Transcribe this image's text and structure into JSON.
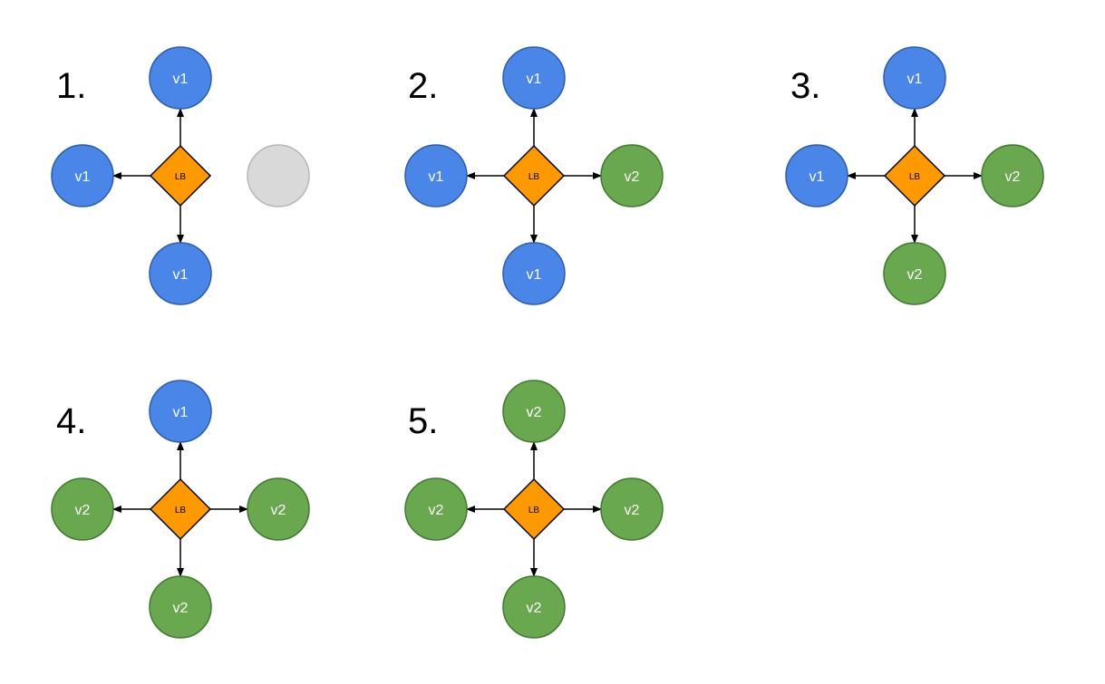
{
  "colors": {
    "v1": "#4a86e8",
    "v2": "#6aa84f",
    "empty": "#d9d9d9",
    "lb": "#ff9900",
    "edge": "#000000"
  },
  "diagrams": [
    {
      "label": "1.",
      "lb_label": "LB",
      "up": {
        "text": "v1",
        "kind": "v1"
      },
      "left": {
        "text": "v1",
        "kind": "v1"
      },
      "down": {
        "text": "v1",
        "kind": "v1"
      },
      "right": {
        "text": "",
        "kind": "empty"
      }
    },
    {
      "label": "2.",
      "lb_label": "LB",
      "up": {
        "text": "v1",
        "kind": "v1"
      },
      "left": {
        "text": "v1",
        "kind": "v1"
      },
      "down": {
        "text": "v1",
        "kind": "v1"
      },
      "right": {
        "text": "v2",
        "kind": "v2"
      }
    },
    {
      "label": "3.",
      "lb_label": "LB",
      "up": {
        "text": "v1",
        "kind": "v1"
      },
      "left": {
        "text": "v1",
        "kind": "v1"
      },
      "down": {
        "text": "v2",
        "kind": "v2"
      },
      "right": {
        "text": "v2",
        "kind": "v2"
      }
    },
    {
      "label": "4.",
      "lb_label": "LB",
      "up": {
        "text": "v1",
        "kind": "v1"
      },
      "left": {
        "text": "v2",
        "kind": "v2"
      },
      "down": {
        "text": "v2",
        "kind": "v2"
      },
      "right": {
        "text": "v2",
        "kind": "v2"
      }
    },
    {
      "label": "5.",
      "lb_label": "LB",
      "up": {
        "text": "v2",
        "kind": "v2"
      },
      "left": {
        "text": "v2",
        "kind": "v2"
      },
      "down": {
        "text": "v2",
        "kind": "v2"
      },
      "right": {
        "text": "v2",
        "kind": "v2"
      }
    }
  ]
}
